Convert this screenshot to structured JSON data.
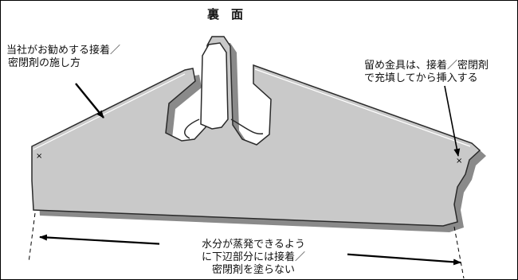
{
  "title": "裏　面",
  "left_callout": {
    "line1": "当社がお勧めする接着／",
    "line2": "密閉剤の施し方"
  },
  "right_callout": {
    "line1": "留め金具は、接着／密閉剤",
    "line2": "で充填してから挿入する"
  },
  "bottom_note": {
    "line1": "水分が蒸発できるよう",
    "line2": "に下辺部分には接着／",
    "line3": "密閉剤を塗らない"
  },
  "fastener_mark": "×",
  "colors": {
    "panel_fill": "#c9c9c9",
    "panel_shadow": "#8a8a8a",
    "outline": "#2a2a2a",
    "text": "#111111"
  }
}
